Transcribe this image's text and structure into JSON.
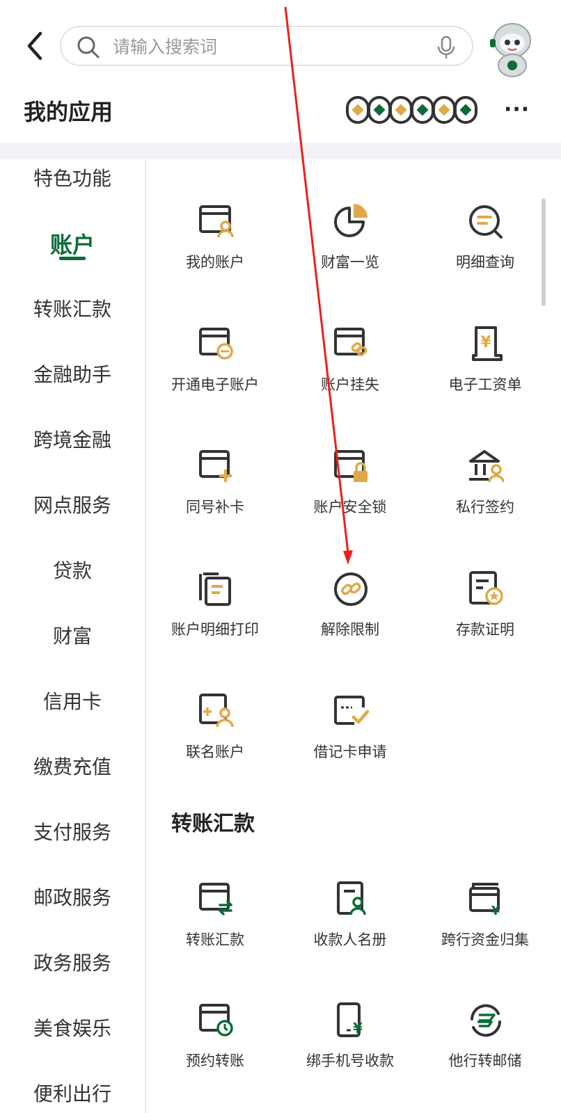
{
  "header": {
    "search_placeholder": "请输入搜索词"
  },
  "title_row": {
    "title": "我的应用",
    "more_label": "···"
  },
  "sidebar": {
    "items": [
      {
        "label": "特色功能",
        "active": false
      },
      {
        "label": "账户",
        "active": true
      },
      {
        "label": "转账汇款",
        "active": false
      },
      {
        "label": "金融助手",
        "active": false
      },
      {
        "label": "跨境金融",
        "active": false
      },
      {
        "label": "网点服务",
        "active": false
      },
      {
        "label": "贷款",
        "active": false
      },
      {
        "label": "财富",
        "active": false
      },
      {
        "label": "信用卡",
        "active": false
      },
      {
        "label": "缴费充值",
        "active": false
      },
      {
        "label": "支付服务",
        "active": false
      },
      {
        "label": "邮政服务",
        "active": false
      },
      {
        "label": "政务服务",
        "active": false
      },
      {
        "label": "美食娱乐",
        "active": false
      },
      {
        "label": "便利出行",
        "active": false
      }
    ]
  },
  "account_section": {
    "items": [
      {
        "label": "我的账户",
        "icon": "card-user-icon"
      },
      {
        "label": "财富一览",
        "icon": "pie-chart-icon"
      },
      {
        "label": "明细查询",
        "icon": "search-detail-icon"
      },
      {
        "label": "开通电子账户",
        "icon": "card-e-icon"
      },
      {
        "label": "账户挂失",
        "icon": "card-link-icon"
      },
      {
        "label": "电子工资单",
        "icon": "payslip-icon"
      },
      {
        "label": "同号补卡",
        "icon": "card-plus-icon"
      },
      {
        "label": "账户安全锁",
        "icon": "card-lock-icon"
      },
      {
        "label": "私行签约",
        "icon": "bank-user-icon"
      },
      {
        "label": "账户明细打印",
        "icon": "print-detail-icon"
      },
      {
        "label": "解除限制",
        "icon": "unlink-icon"
      },
      {
        "label": "存款证明",
        "icon": "deposit-cert-icon"
      },
      {
        "label": "联名账户",
        "icon": "joint-account-icon"
      },
      {
        "label": "借记卡申请",
        "icon": "debit-card-icon"
      }
    ]
  },
  "transfer_section": {
    "title": "转账汇款",
    "items": [
      {
        "label": "转账汇款",
        "icon": "card-transfer-icon"
      },
      {
        "label": "收款人名册",
        "icon": "payee-book-icon"
      },
      {
        "label": "跨行资金归集",
        "icon": "fund-collect-icon"
      },
      {
        "label": "预约转账",
        "icon": "scheduled-transfer-icon"
      },
      {
        "label": "绑手机号收款",
        "icon": "phone-receive-icon"
      },
      {
        "label": "他行转邮储",
        "icon": "postal-transfer-icon"
      }
    ]
  },
  "colors": {
    "brand_green": "#0b6b38",
    "accent_orange": "#e0a848",
    "icon_dark": "#333333",
    "annotation_red": "#e8211d"
  }
}
